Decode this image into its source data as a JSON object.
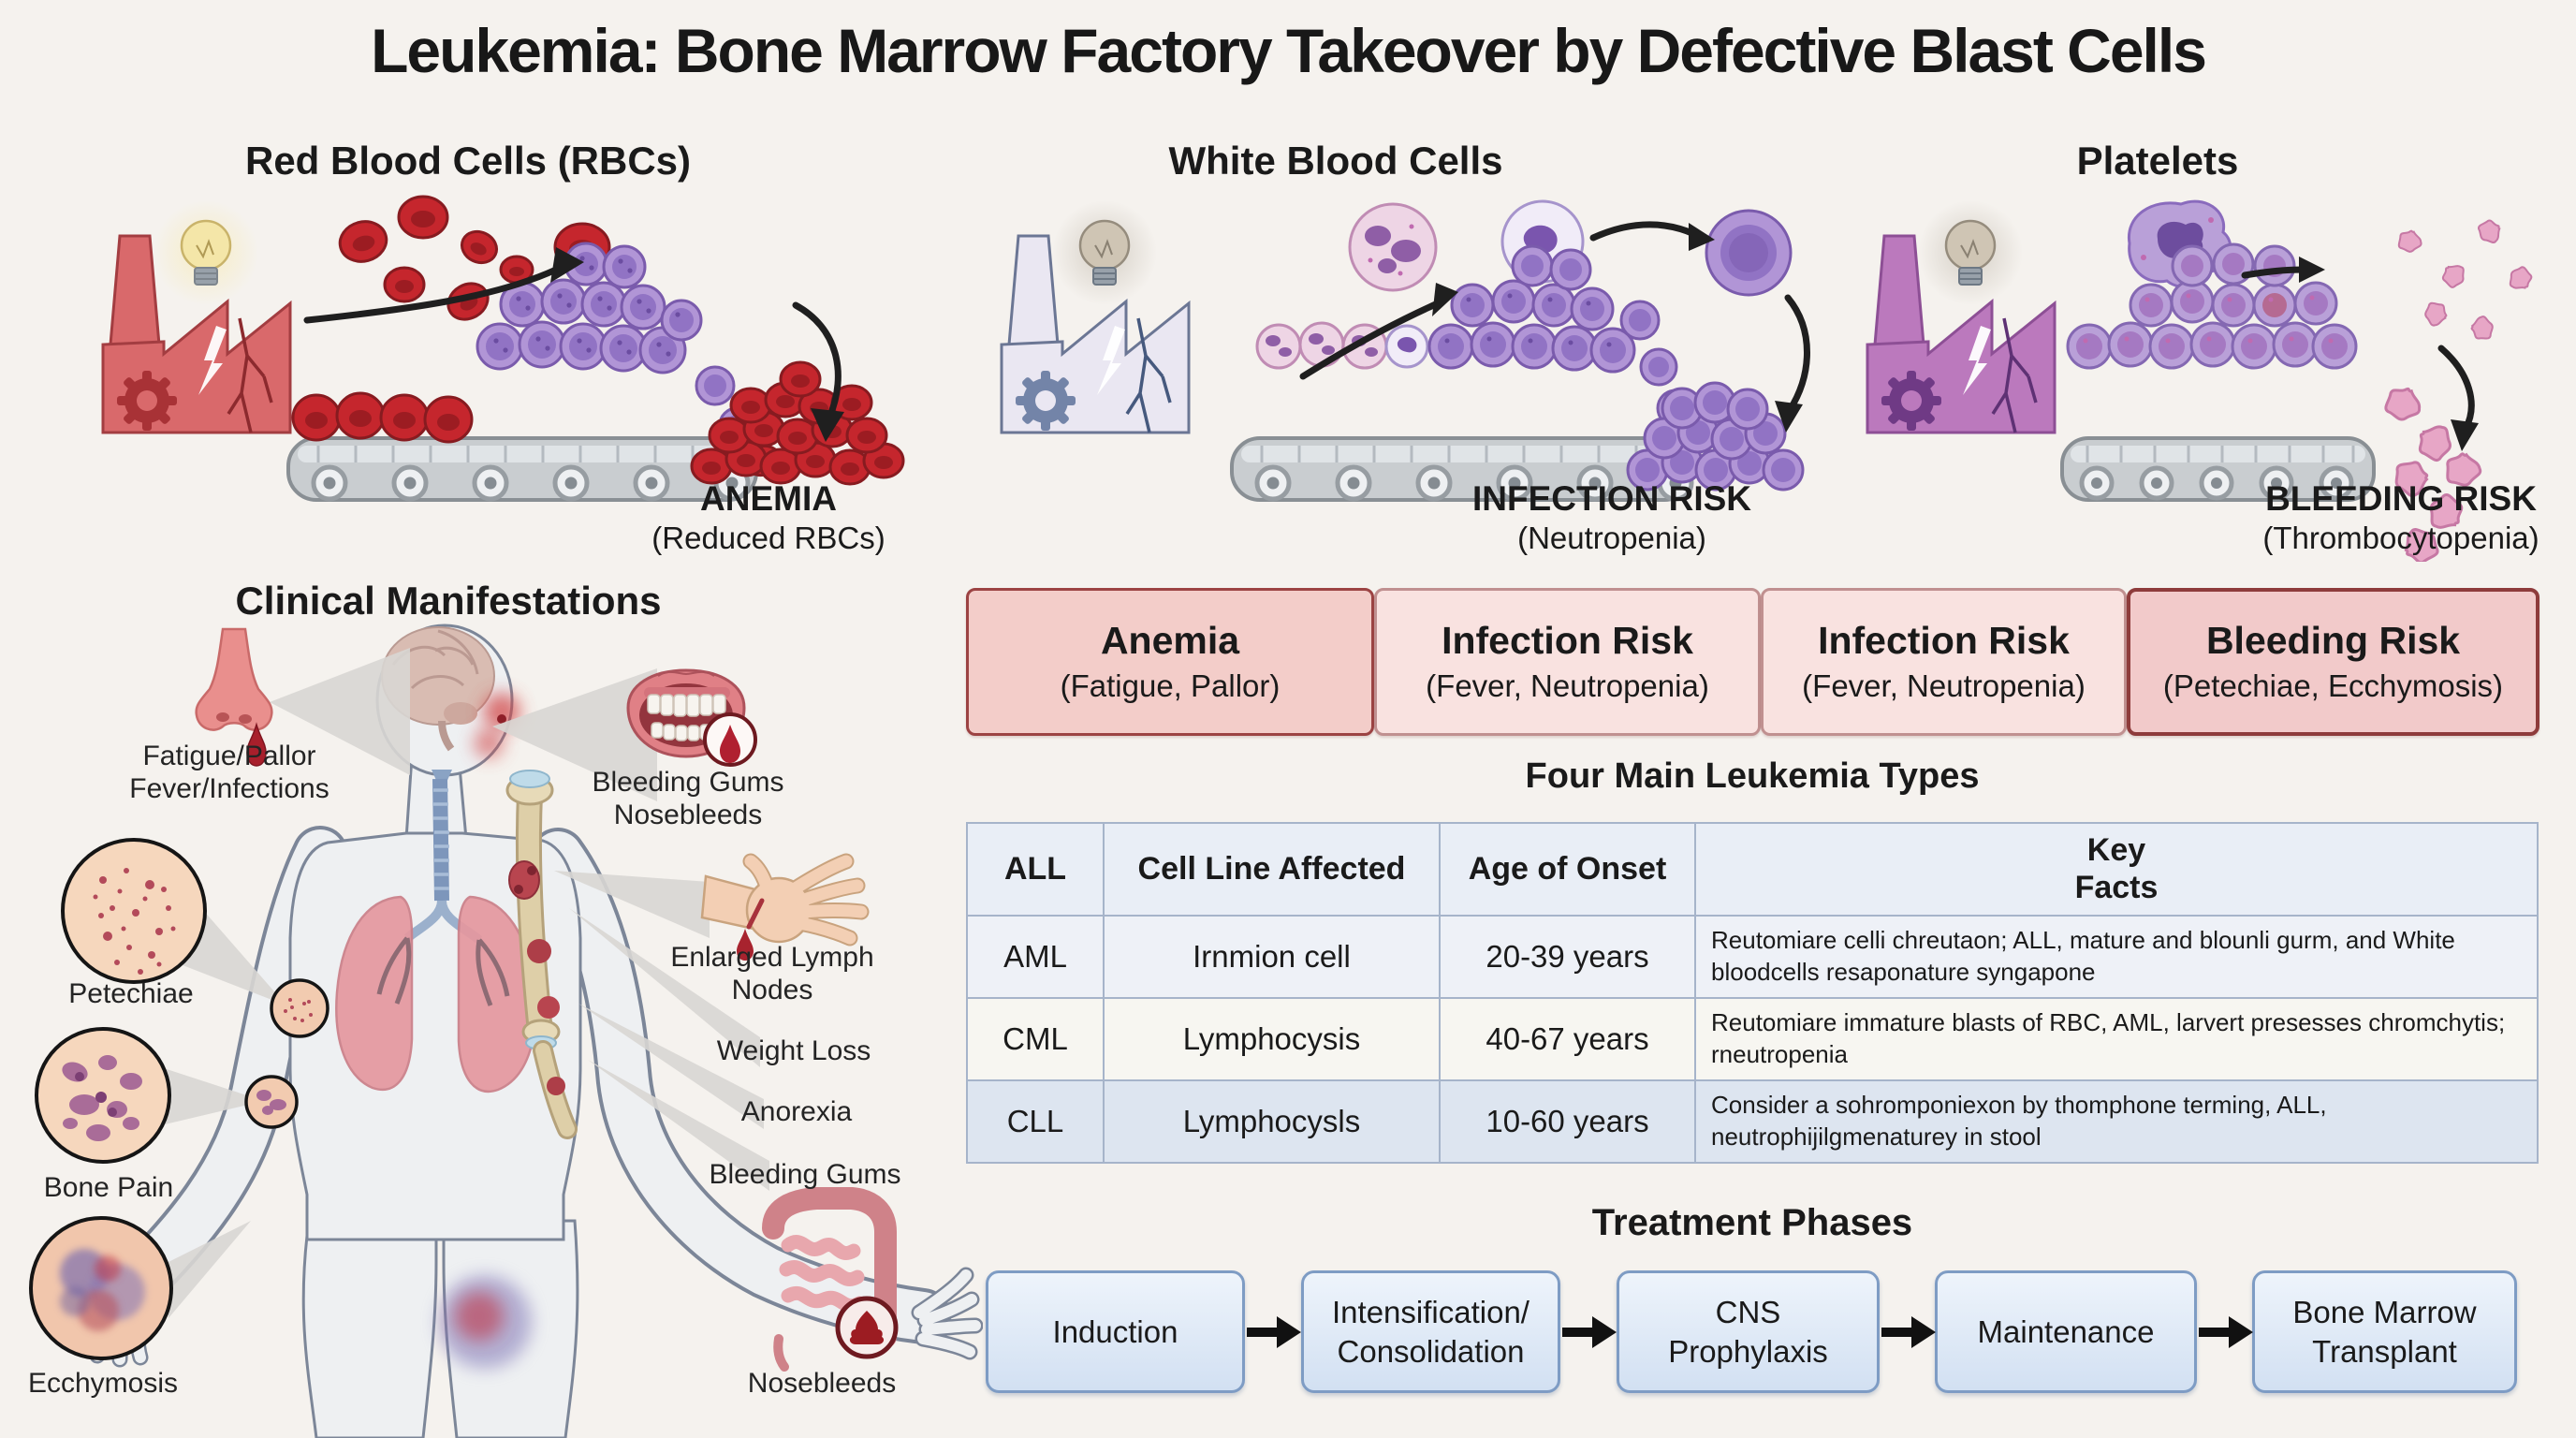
{
  "page_title": "Leukemia: Bone Marrow Factory Takeover by Defective Blast Cells",
  "factory_panels": [
    {
      "id": "rbc",
      "title": "Red Blood Cells (RBCs)",
      "outcome": "ANEMIA",
      "outcome_sub": "(Reduced RBCs)"
    },
    {
      "id": "wbc",
      "title": "White Blood Cells",
      "outcome": "INFECTION RISK",
      "outcome_sub": "(Neutropenia)"
    },
    {
      "id": "platelets",
      "title": "Platelets",
      "outcome": "BLEEDING RISK",
      "outcome_sub": "(Thrombocytopenia)"
    }
  ],
  "clinical": {
    "title": "Clinical Manifestations",
    "callouts": {
      "fatigue": "Fatigue/Pallor\nFever/Infections",
      "bleeding_gums_nosebleeds": "Bleeding Gums\nNosebleeds",
      "petechiae": "Petechiae",
      "enlarged_lymph_nodes": "Enlarged Lymph\nNodes",
      "weight_loss": "Weight Loss",
      "bone_pain": "Bone Pain",
      "anorexia": "Anorexia",
      "bleeding_gums": "Bleeding Gums",
      "ecchymosis": "Ecchymosis",
      "nosebleeds": "Nosebleeds"
    }
  },
  "risk_banner": [
    {
      "title": "Anemia",
      "sub": "(Fatigue, Pallor)"
    },
    {
      "title": "Infection Risk",
      "sub": "(Fever, Neutropenia)"
    },
    {
      "title": "Infection Risk",
      "sub": "(Fever, Neutropenia)"
    },
    {
      "title": "Bleeding Risk",
      "sub": "(Petechiae, Ecchymosis)"
    }
  ],
  "types_table": {
    "title": "Four Main Leukemia Types",
    "headers": [
      "ALL",
      "Cell Line Affected",
      "Age of Onset",
      "Key\nFacts"
    ],
    "rows": [
      {
        "type": "AML",
        "cell_line": "Irnmion cell",
        "age_of_onset": "20-39 years",
        "key_facts": "Reutomiare celli chreutaon; ALL, mature and blounli gurm, and White bloodcells resaponature syngapone"
      },
      {
        "type": "CML",
        "cell_line": "Lymphocysis",
        "age_of_onset": "40-67 years",
        "key_facts": "Reutomiare immature blasts of RBC, AML, larvert presesses chromchytis; rneutropenia"
      },
      {
        "type": "CLL",
        "cell_line": "Lymphocysls",
        "age_of_onset": "10-60 years",
        "key_facts": "Consider a sohromponiexon by thomphone terming, ALL, neutrophijilgmenaturey in stool"
      }
    ]
  },
  "treatment": {
    "title": "Treatment Phases",
    "phases": [
      "Induction",
      "Intensification/\nConsolidation",
      "CNS\nProphylaxis",
      "Maintenance",
      "Bone Marrow\nTransplant"
    ]
  },
  "colors": {
    "background": "#f5f2ee",
    "rbc_factory": "#d9696b",
    "wbc_factory": "#eae7f2",
    "platelet_factory": "#bb79bd",
    "rbc_cell": "#c5262d",
    "blast_cell": "#b195d6",
    "platelet_pink": "#e7a6c6",
    "banner_pink_dark": "#f3cdc9",
    "banner_pink_light": "#f9e2e0",
    "banner_border": "#9c4343",
    "table_header": "#e9eef6",
    "table_border": "#a6b4ca",
    "treatment_box": "#d2e0f2",
    "treatment_border": "#7e9cc4"
  },
  "icons": {
    "lightbulb-icon": "svg-shape: idea bulb above each broken factory",
    "factory-icon": "svg-shape: cracked bone-marrow factory",
    "gear-icon": "svg-shape: gear on factory wall",
    "conveyor-icon": "svg-shape: conveyor belt with rollers",
    "rbc-cell-icon": "svg-shape: red biconcave cell",
    "blast-cell-icon": "svg-shape: purple blast cell",
    "wbc-cell-icon": "svg-shape: white blood cell",
    "megakaryocyte-icon": "svg-shape: megakaryocyte blob",
    "platelet-icon": "svg-shape: pink platelet fragment",
    "arrow-icon": "svg-shape: black curved flow arrow",
    "nose-icon": "svg-shape: bleeding nose",
    "mouth-icon": "svg-shape: mouth with bleeding gums and blood-drop lens",
    "hand-icon": "svg-shape: hand with blood drop",
    "intestine-icon": "svg-shape: intestine with blood lens",
    "body-figure": "svg-shape: human body with brain, lungs, bone",
    "petechiae-circle": "svg-shape: skin circle with red dots",
    "bone-pain-circle": "svg-shape: skin circle with purple blotches",
    "ecchymosis-circle": "svg-shape: skin circle with bruise"
  }
}
